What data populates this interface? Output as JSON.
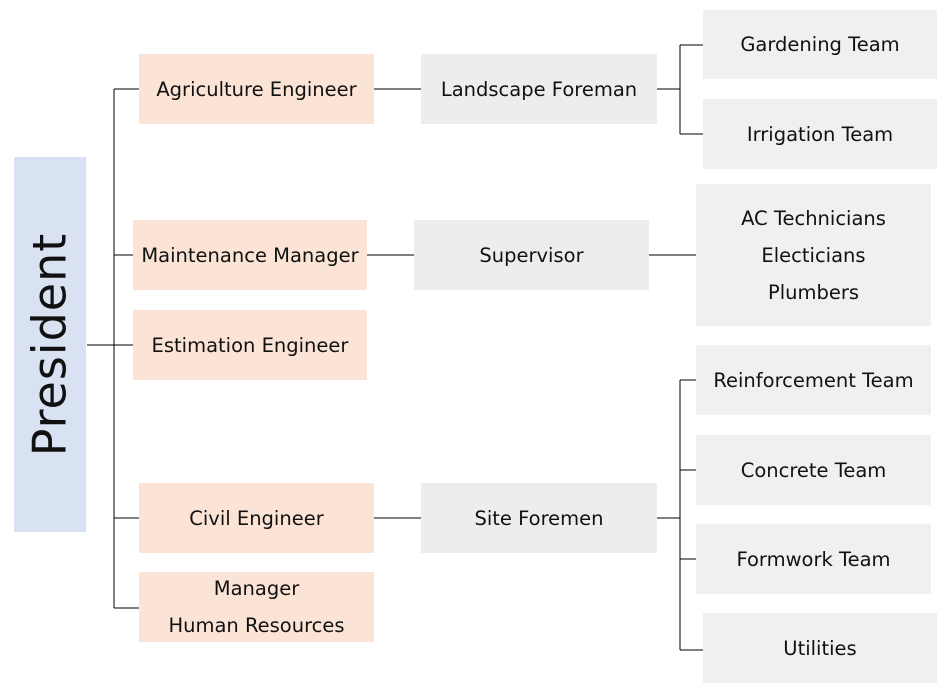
{
  "president": "President",
  "level1": {
    "agriculture": "Agriculture Engineer",
    "maintenance": "Maintenance Manager",
    "estimation": "Estimation Engineer",
    "civil": "Civil Engineer",
    "hr_line1": "Manager",
    "hr_line2": "Human Resources"
  },
  "level2": {
    "landscape": "Landscape Foreman",
    "supervisor": "Supervisor",
    "site": "Site Foremen"
  },
  "level3": {
    "gardening": "Gardening Team",
    "irrigation": "Irrigation Team",
    "maintenance_teams": [
      "AC Technicians",
      "Electicians",
      "Plumbers"
    ],
    "reinforcement": "Reinforcement Team",
    "concrete": "Concrete Team",
    "formwork": "Formwork Team",
    "utilities": "Utilities"
  },
  "colors": {
    "president_fill": "#d9e2f3",
    "manager_fill": "#fbe4d5",
    "team_fill": "#ededed",
    "connector": "#000000"
  }
}
